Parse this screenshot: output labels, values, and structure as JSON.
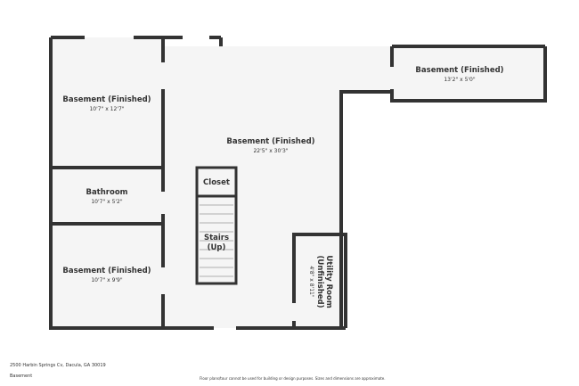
{
  "rooms": [
    {
      "name": "Basement (Finished)",
      "dims": "10'7\" x 12'7\""
    },
    {
      "name": "Bathroom",
      "dims": "10'7\" x 5'2\""
    },
    {
      "name": "Basement (Finished)",
      "dims": "10'7\" x 9'9\""
    },
    {
      "name": "Basement (Finished)",
      "dims": "22'5\" x 30'3\""
    },
    {
      "name": "Basement (Finished)",
      "dims": "13'2\" x 5'0\""
    },
    {
      "name": "Closet"
    },
    {
      "name": "Stairs",
      "name2": "(Up)"
    },
    {
      "name": "Utility Room",
      "name2": "(Unfinished)",
      "dims": "4'8\" x 8'11\""
    }
  ],
  "footer": {
    "address": "2500 Harbin Springs Cv, Dacula, GA 30019",
    "floor": "Basement",
    "disclaimer": "Floor plans/tour cannot be used for building or design purposes. Sizes and dimensions are approximate."
  },
  "colors": {
    "wall": "#333333",
    "floor": "#f5f5f5"
  }
}
